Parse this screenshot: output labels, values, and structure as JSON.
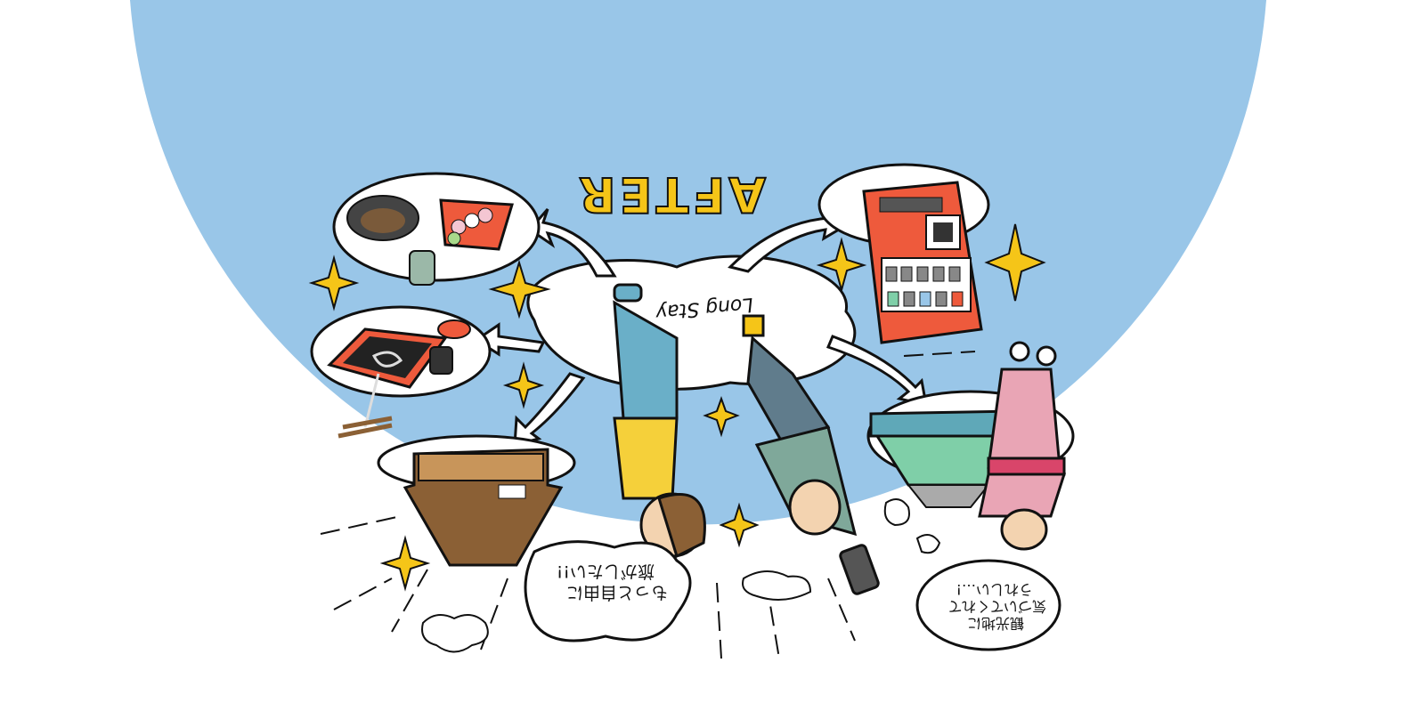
{
  "illustration": {
    "heading": "AFTER",
    "center_label": "Long Stay",
    "bubble_left": [
      "もっと自由に",
      "旅がしたい!!"
    ],
    "bubble_right": [
      "観光地に",
      "気づいてくれて",
      "うれしい…!"
    ]
  },
  "colors": {
    "sky": "#99C6E8",
    "accent_yellow": "#F5C518",
    "vending_red": "#EE5A3C",
    "house_brown": "#8B6035",
    "bridge_green": "#7FCFA8",
    "kimono_pink": "#E9A5B5"
  }
}
